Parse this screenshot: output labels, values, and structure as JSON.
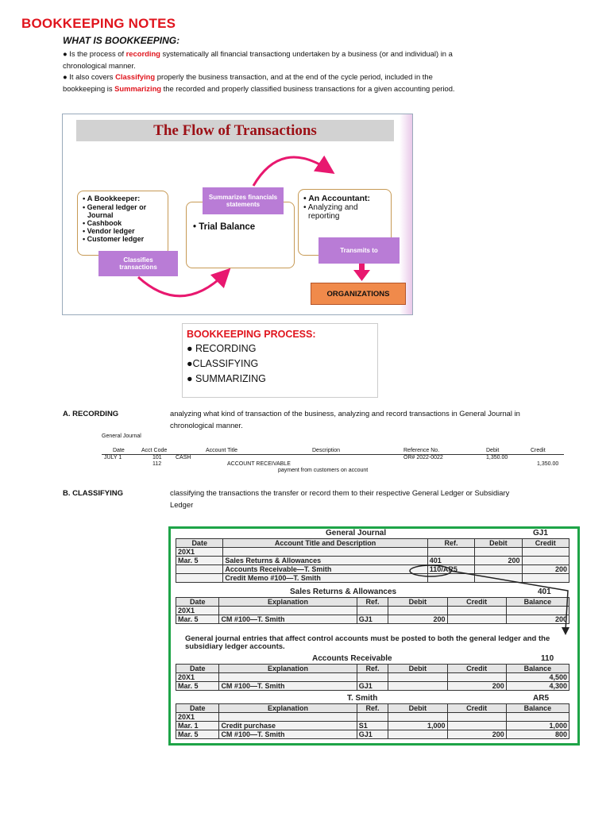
{
  "header": {
    "title": "BOOKKEEPING NOTES",
    "subtitle": "WHAT IS BOOKKEEPING:"
  },
  "intro": {
    "p1_pre": "● Is the process of ",
    "p1_key": "recording",
    "p1_post": " systematically all financial transactiong undertaken by a business (or and individual) in a chronological manner.",
    "p2_pre": "● It also covers ",
    "p2_key1": "Classifying",
    "p2_mid": " properly the business transaction, and at the end of the cycle period, included in the bookkeeping is ",
    "p2_key2": "Summarizing",
    "p2_post": " the recorded and properly classified business transactions for a given accounting period."
  },
  "flow": {
    "banner": "The Flow of Transactions",
    "bookkeeper": [
      "• A Bookkeeper:",
      "• General ledger or",
      "  Journal",
      "• Cashbook",
      "• Vendor ledger",
      "• Customer ledger"
    ],
    "classifies": "Classifies transactions",
    "summarizes": "Summarizes financials statements",
    "trial_balance": "• Trial Balance",
    "accountant": [
      "• An Accountant:",
      "• Analyzing and",
      "  reporting"
    ],
    "transmits": "Transmits to",
    "organizations": "ORGANIZATIONS"
  },
  "process": {
    "title": "BOOKKEEPING PROCESS:",
    "items": [
      "● RECORDING",
      "●CLASSIFYING",
      "● SUMMARIZING"
    ]
  },
  "recording": {
    "label": "A. RECORDING",
    "desc": "analyzing what kind of transaction of the business, analyzing and record transactions in General Journal in chronological manner."
  },
  "general_journal_small": {
    "title": "General Journal",
    "headers": [
      "Date",
      "Acct Code",
      "Account Title",
      "Description",
      "Reference No.",
      "Debit",
      "Credit"
    ],
    "row1": {
      "date": "JULY 1",
      "code": "101",
      "title": "CASH",
      "ref": "OR# 2022-0022",
      "debit": "1,350.00"
    },
    "row2": {
      "code": "112",
      "title": "ACCOUNT RECEIVABLE",
      "credit": "1,350.00"
    },
    "row3": {
      "desc": "payment from customers on account"
    }
  },
  "classifying": {
    "label": "B. CLASSIFYING",
    "desc": "classifying the transactions the transfer or record them to their respective General Ledger or Subsidiary Ledger"
  },
  "ledger": {
    "gj_title": "General Journal",
    "gj_code": "GJ1",
    "gj_headers": [
      "Date",
      "Account Title and Description",
      "Ref.",
      "Debit",
      "Credit"
    ],
    "gj_rows": [
      [
        "20X1",
        "",
        "",
        "",
        ""
      ],
      [
        "Mar. 5",
        "Sales Returns & Allowances",
        "401",
        "200",
        ""
      ],
      [
        "",
        "Accounts Receivable—T. Smith",
        "110/AR5",
        "",
        "200"
      ],
      [
        "",
        "Credit Memo #100—T. Smith",
        "",
        "",
        ""
      ]
    ],
    "sra_title": "Sales Returns & Allowances",
    "sra_code": "401",
    "sra_headers": [
      "Date",
      "Explanation",
      "Ref.",
      "Debit",
      "Credit",
      "Balance"
    ],
    "sra_rows": [
      [
        "20X1",
        "",
        "",
        "",
        "",
        ""
      ],
      [
        "Mar. 5",
        "CM #100—T. Smith",
        "GJ1",
        "200",
        "",
        "200"
      ]
    ],
    "note": "General journal entries that affect control accounts must be posted to both the general ledger and the subsidiary ledger accounts.",
    "ar_title": "Accounts Receivable",
    "ar_code": "110",
    "ar_headers": [
      "Date",
      "Explanation",
      "Ref.",
      "Debit",
      "Credit",
      "Balance"
    ],
    "ar_rows": [
      [
        "20X1",
        "",
        "",
        "",
        "",
        "4,500"
      ],
      [
        "Mar. 5",
        "CM #100—T. Smith",
        "GJ1",
        "",
        "200",
        "4,300"
      ]
    ],
    "ts_title": "T. Smith",
    "ts_code": "AR5",
    "ts_headers": [
      "Date",
      "Explanation",
      "Ref.",
      "Debit",
      "Credit",
      "Balance"
    ],
    "ts_rows": [
      [
        "20X1",
        "",
        "",
        "",
        "",
        ""
      ],
      [
        "Mar. 1",
        "Credit purchase",
        "S1",
        "1,000",
        "",
        "1,000"
      ],
      [
        "Mar. 5",
        "CM #100—T. Smith",
        "GJ1",
        "",
        "200",
        "800"
      ]
    ]
  },
  "colors": {
    "accent_red": "#e0141d",
    "pill_purple": "#b97cd6",
    "org_orange": "#f08a4b",
    "frame_green": "#1ea447",
    "arrow_pink": "#e8186f"
  }
}
